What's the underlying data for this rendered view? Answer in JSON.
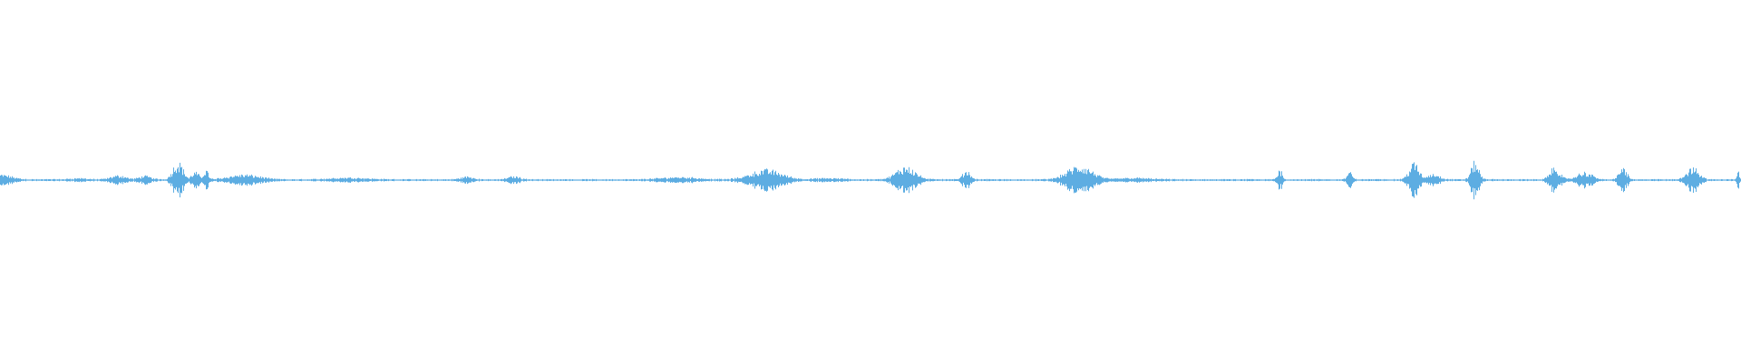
{
  "waveform": {
    "color": "#5dade2",
    "baseline_color": "#5dade2",
    "bursts": [
      {
        "t": 0.0,
        "amp": 0.03,
        "dur": 0.018
      },
      {
        "t": 0.045,
        "amp": 0.008,
        "dur": 0.015
      },
      {
        "t": 0.068,
        "amp": 0.025,
        "dur": 0.012
      },
      {
        "t": 0.083,
        "amp": 0.022,
        "dur": 0.01
      },
      {
        "t": 0.102,
        "amp": 0.11,
        "dur": 0.008
      },
      {
        "t": 0.112,
        "amp": 0.045,
        "dur": 0.006
      },
      {
        "t": 0.118,
        "amp": 0.06,
        "dur": 0.004
      },
      {
        "t": 0.14,
        "amp": 0.03,
        "dur": 0.025
      },
      {
        "t": 0.2,
        "amp": 0.012,
        "dur": 0.03
      },
      {
        "t": 0.268,
        "amp": 0.018,
        "dur": 0.01
      },
      {
        "t": 0.295,
        "amp": 0.02,
        "dur": 0.01
      },
      {
        "t": 0.39,
        "amp": 0.015,
        "dur": 0.03
      },
      {
        "t": 0.44,
        "amp": 0.06,
        "dur": 0.025
      },
      {
        "t": 0.475,
        "amp": 0.008,
        "dur": 0.025
      },
      {
        "t": 0.52,
        "amp": 0.08,
        "dur": 0.015
      },
      {
        "t": 0.555,
        "amp": 0.055,
        "dur": 0.006
      },
      {
        "t": 0.62,
        "amp": 0.085,
        "dur": 0.02
      },
      {
        "t": 0.65,
        "amp": 0.01,
        "dur": 0.03
      },
      {
        "t": 0.735,
        "amp": 0.06,
        "dur": 0.004
      },
      {
        "t": 0.775,
        "amp": 0.045,
        "dur": 0.004
      },
      {
        "t": 0.812,
        "amp": 0.1,
        "dur": 0.008
      },
      {
        "t": 0.823,
        "amp": 0.035,
        "dur": 0.01
      },
      {
        "t": 0.847,
        "amp": 0.11,
        "dur": 0.006
      },
      {
        "t": 0.893,
        "amp": 0.075,
        "dur": 0.008
      },
      {
        "t": 0.91,
        "amp": 0.045,
        "dur": 0.012
      },
      {
        "t": 0.932,
        "amp": 0.075,
        "dur": 0.006
      },
      {
        "t": 0.972,
        "amp": 0.07,
        "dur": 0.01
      },
      {
        "t": 0.998,
        "amp": 0.06,
        "dur": 0.002
      }
    ]
  }
}
